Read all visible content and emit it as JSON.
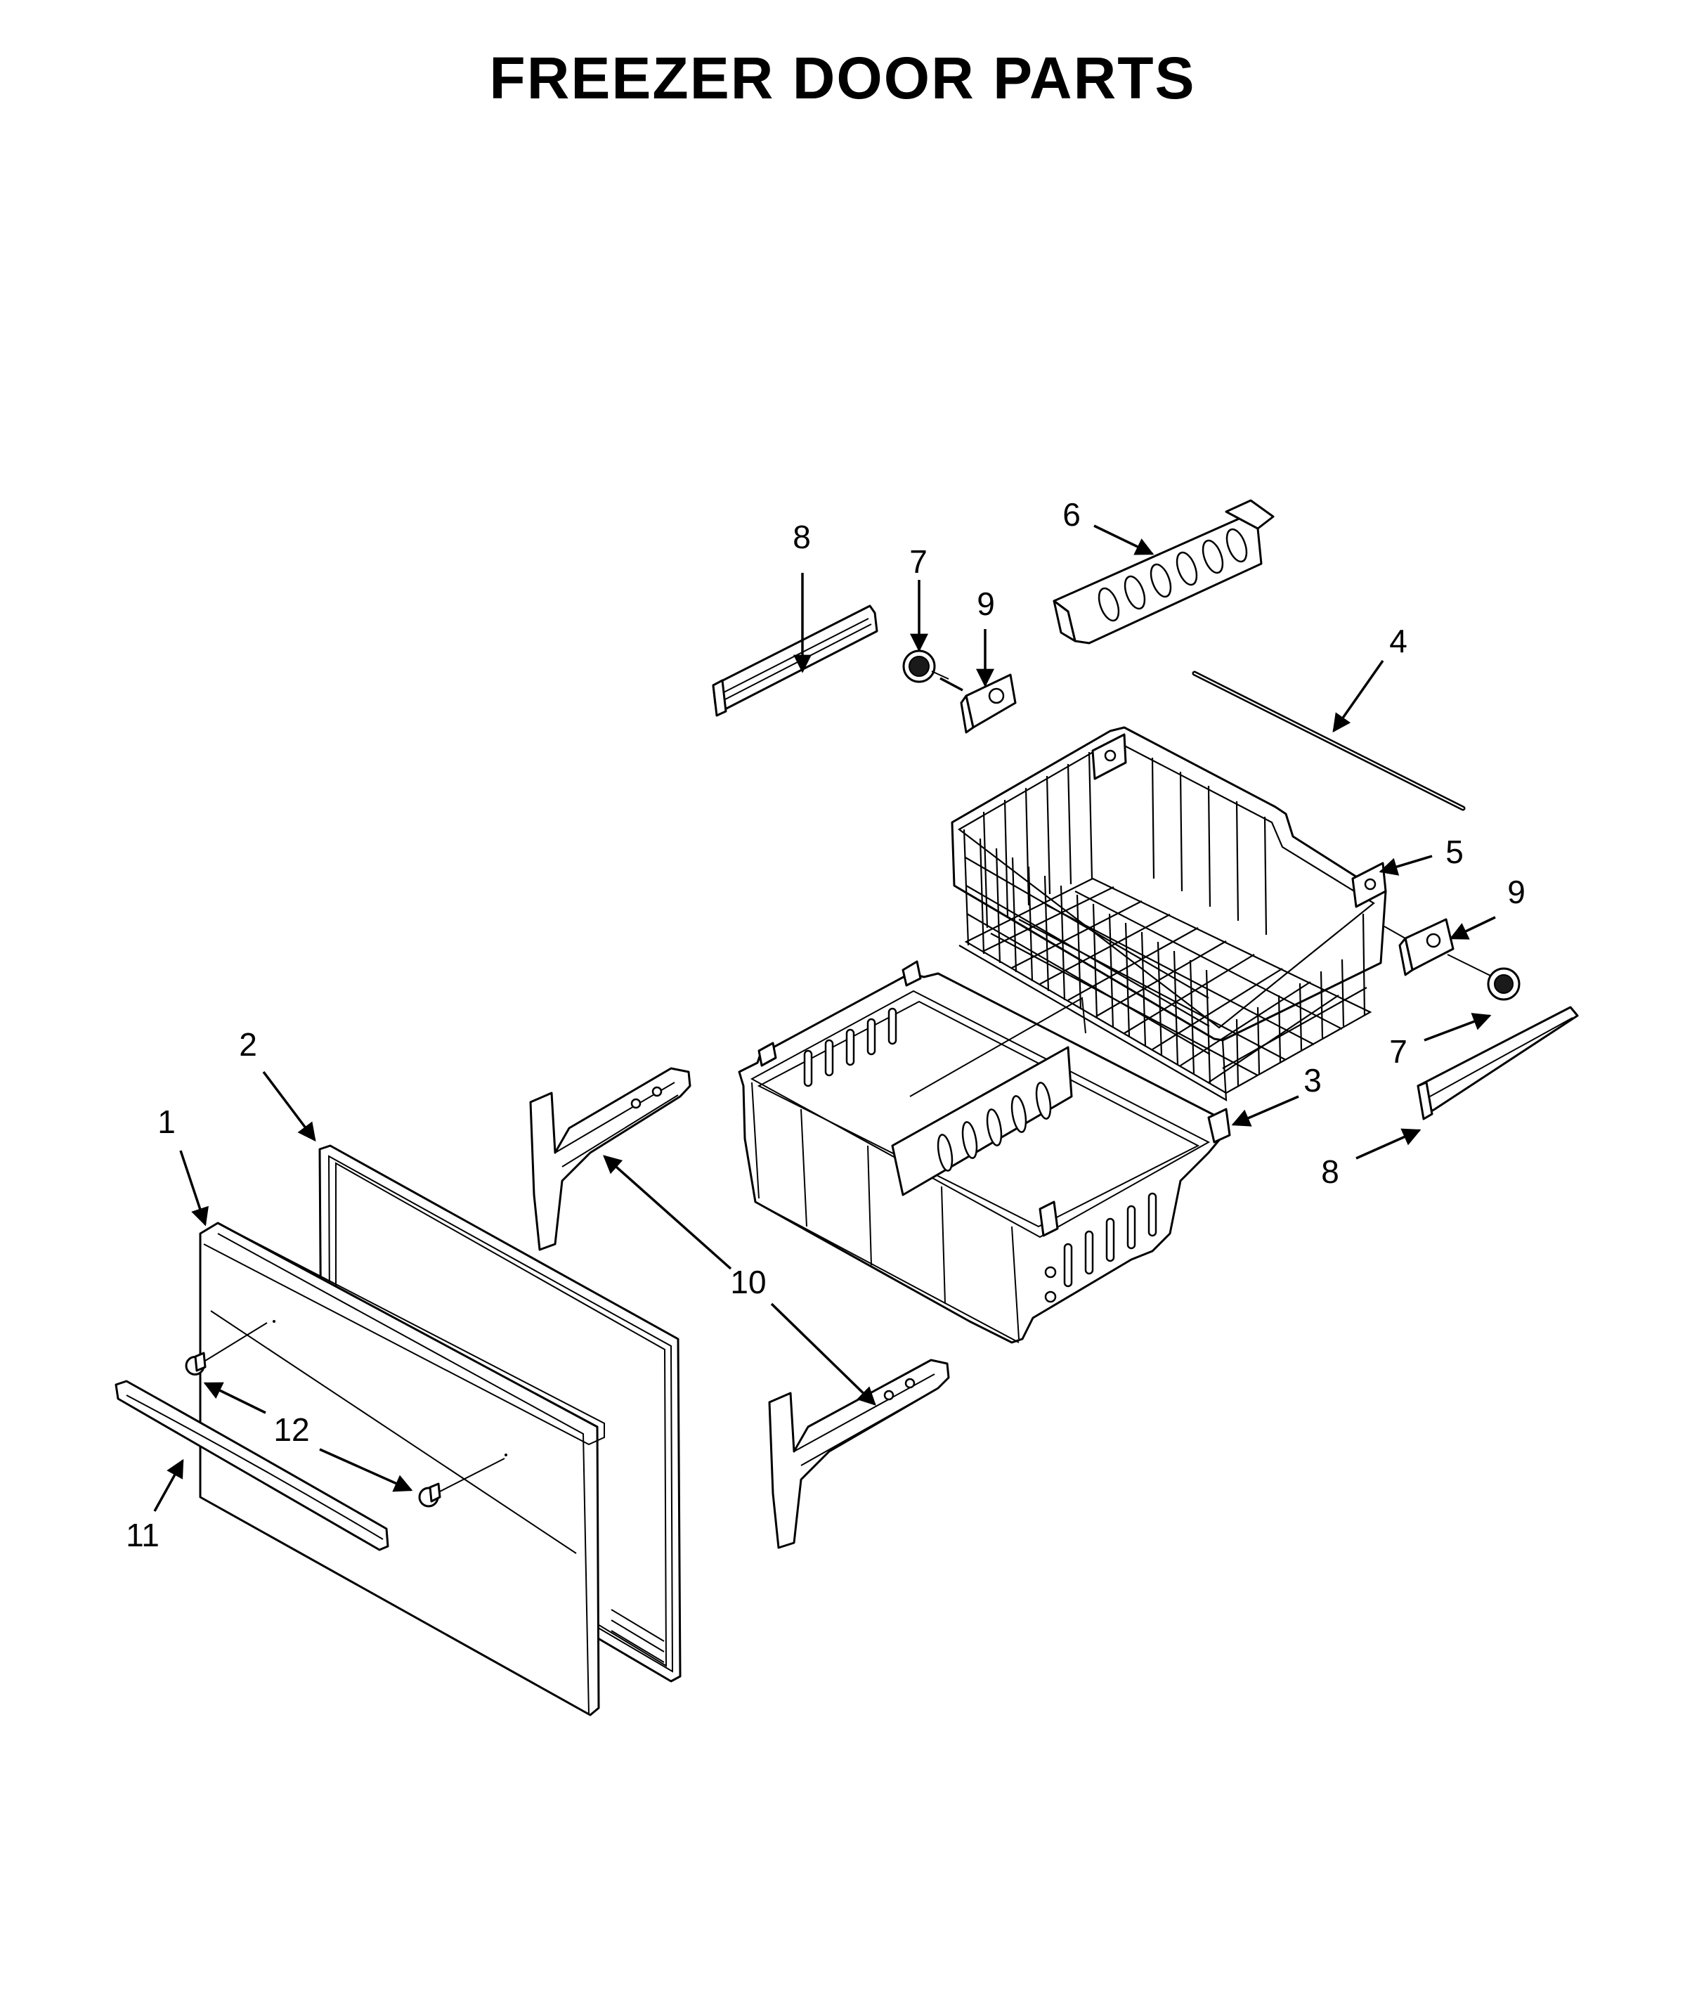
{
  "title": "FREEZER DOOR PARTS",
  "callouts": {
    "c1": "1",
    "c2": "2",
    "c3": "3",
    "c4": "4",
    "c5": "5",
    "c6": "6",
    "c7a": "7",
    "c7b": "7",
    "c8a": "8",
    "c8b": "8",
    "c9a": "9",
    "c9b": "9",
    "c10": "10",
    "c11": "11",
    "c12": "12"
  },
  "colors": {
    "line": "#000000",
    "background": "#ffffff"
  }
}
